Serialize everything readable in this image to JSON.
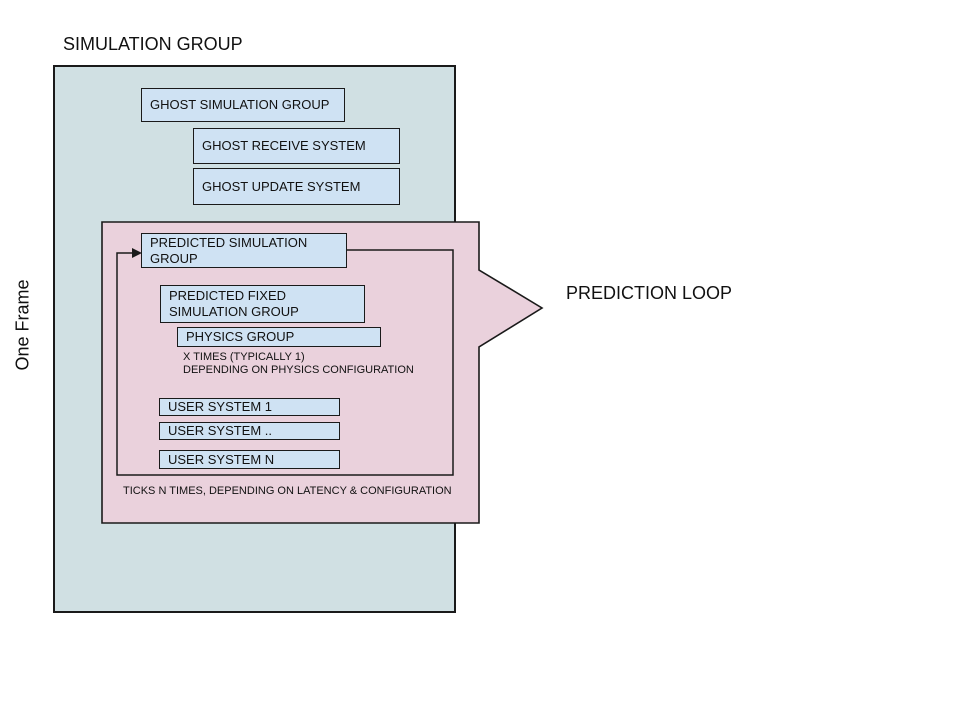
{
  "titles": {
    "simulation_group": "SIMULATION GROUP",
    "one_frame": "One Frame",
    "prediction_loop": "PREDICTION LOOP"
  },
  "boxes": {
    "ghost_simulation_group": "GHOST SIMULATION GROUP",
    "ghost_receive_system": "GHOST RECEIVE SYSTEM",
    "ghost_update_system": "GHOST UPDATE SYSTEM",
    "predicted_simulation_group": "PREDICTED SIMULATION\nGROUP",
    "predicted_fixed_simulation_group": "PREDICTED FIXED\nSIMULATION GROUP",
    "physics_group": "PHYSICS GROUP",
    "user_system_1": "USER SYSTEM 1",
    "user_system_dots": "USER SYSTEM ..",
    "user_system_n": "USER SYSTEM N"
  },
  "annotations": {
    "physics_times": "X TIMES (TYPICALLY 1)\nDEPENDING ON PHYSICS CONFIGURATION",
    "ticks": "TICKS N TIMES, DEPENDING ON LATENCY & CONFIGURATION"
  },
  "colors": {
    "frame_fill": "#d0e0e3",
    "loop_fill": "#ead1dc",
    "node_fill": "#cfe2f3",
    "outline": "#1a1a1a",
    "text": "#111111"
  }
}
